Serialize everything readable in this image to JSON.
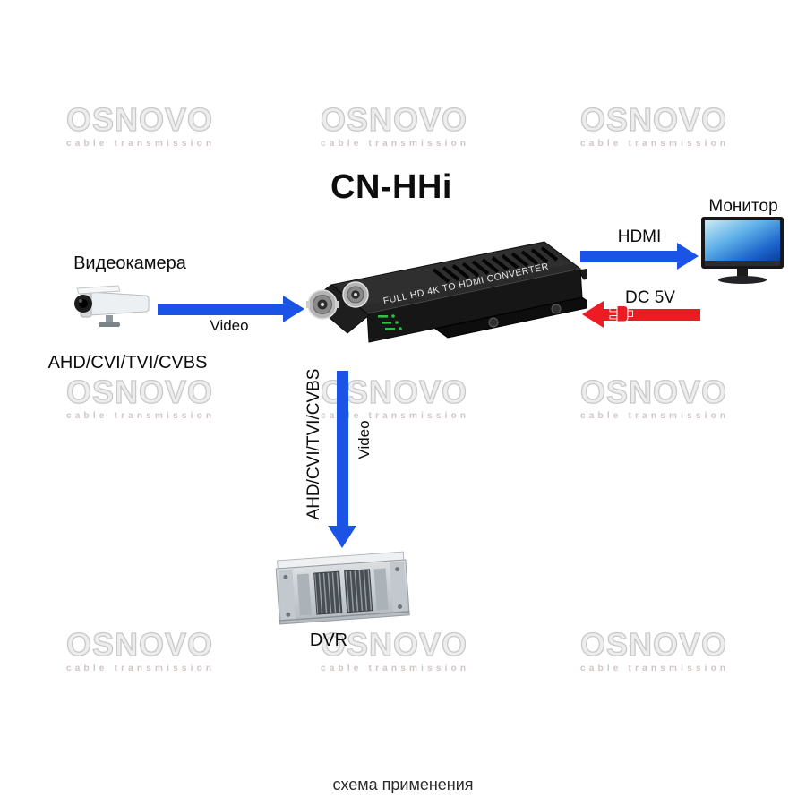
{
  "title": "CN-HHi",
  "caption": "схема применения",
  "watermark": {
    "brand": "OSNOVO",
    "subtitle": "cable transmission"
  },
  "camera": {
    "label": "Видеокамера",
    "formats": "AHD/CVI/TVI/CVBS"
  },
  "monitor": {
    "label": "Монитор"
  },
  "dvr": {
    "label": "DVR"
  },
  "converter": {
    "panel_text": "FULL HD 4K TO HDMI CONVERTER"
  },
  "links": {
    "camera_to_converter": "Video",
    "converter_to_monitor": "HDMI",
    "power": "DC 5V",
    "converter_to_dvr_formats": "AHD/CVI/TVI/CVBS",
    "converter_to_dvr": "Video"
  },
  "colors": {
    "arrow_blue": "#1a53e6",
    "arrow_red": "#ed1c24",
    "watermark_gray": "#d8d8d8"
  }
}
